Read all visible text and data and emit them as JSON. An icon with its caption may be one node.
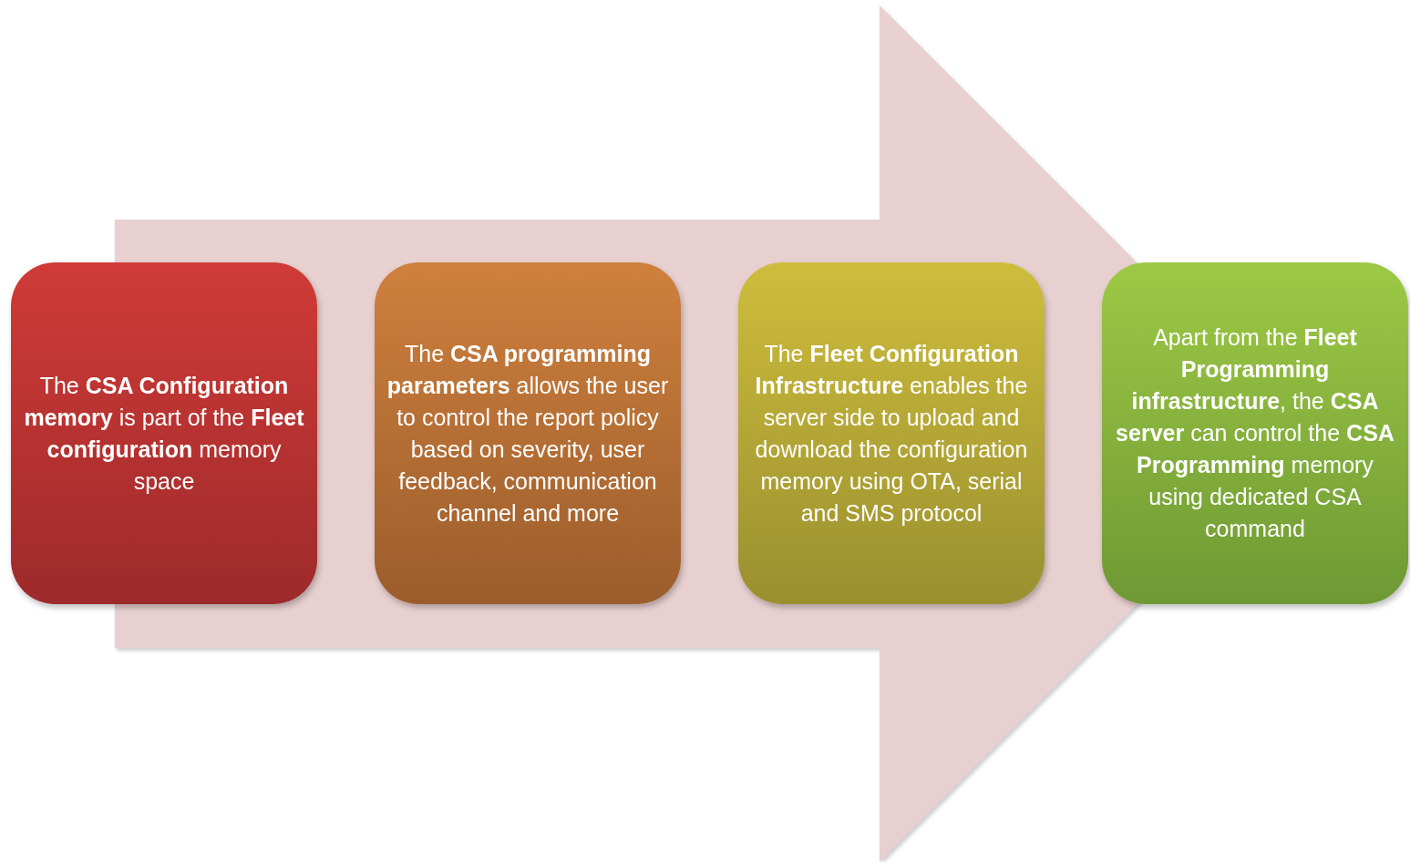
{
  "diagram": {
    "nodes": [
      {
        "text": [
          "The **CSA Configuration memory** is part of the **Fleet configuration** memory space"
        ]
      },
      {
        "text": [
          "The **CSA programming parameters** allows the user to control the report policy based on severity, user feedback, communication channel and more"
        ]
      },
      {
        "text": [
          "The **Fleet Configuration Infrastructure** enables the server side to upload and download the configuration memory using OTA, serial and SMS protocol"
        ]
      },
      {
        "text": [
          "Apart from the **Fleet Programming infrastructure**, the **CSA server** can control the **CSA Programming** memory using dedicated CSA command"
        ]
      }
    ],
    "edges": [
      {
        "from": 0,
        "to": 3,
        "arrow": "to"
      }
    ]
  }
}
